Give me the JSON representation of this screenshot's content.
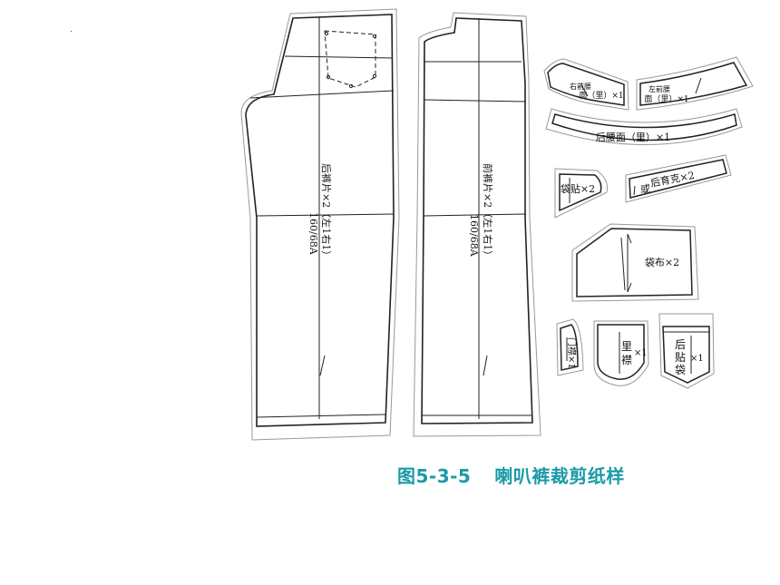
{
  "caption": {
    "number": "图5-3-5",
    "title": "喇叭裤裁剪纸样"
  },
  "pieces": {
    "back_leg": {
      "label": "后裤片×2（左1右1）",
      "size": "160/68A"
    },
    "front_leg": {
      "label": "前裤片×2（左1右1）",
      "size": "160/68A"
    },
    "right_front_waist": {
      "line1": "右前腰",
      "line2": "面（里）×1"
    },
    "left_front_waist": {
      "line1": "左前腰",
      "line2": "面（里）×1"
    },
    "back_waist": {
      "label": "后腰面（里）×1"
    },
    "pocket_facing": {
      "label": "袋贴×2"
    },
    "back_yoke": {
      "label": "后育克×2",
      "extra": "或"
    },
    "pocket_bag": {
      "label": "袋布×2"
    },
    "fly": {
      "label": "门襟×1"
    },
    "fly_lining": {
      "line1": "里",
      "line2": "襟",
      "suffix": "×1"
    },
    "back_patch_pocket": {
      "line1": "后",
      "line2": "贴",
      "line3": "袋",
      "suffix": "×1"
    }
  }
}
